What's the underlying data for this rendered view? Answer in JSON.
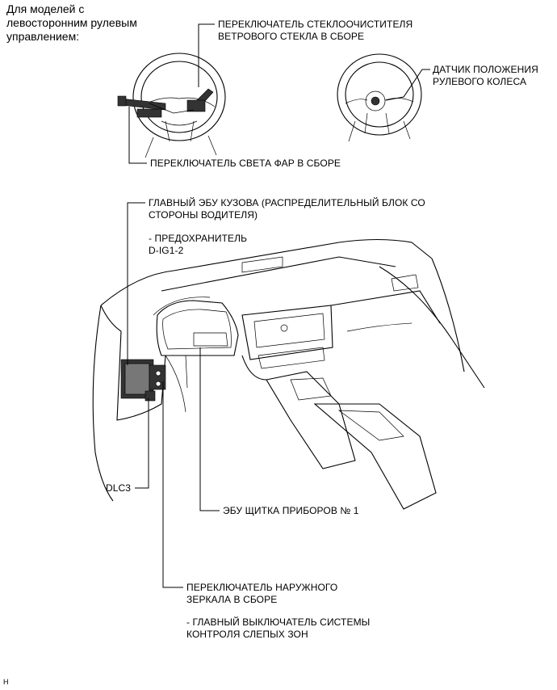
{
  "header": "Для моделей с\nлевосторонним рулевым\nуправлением:",
  "labels": {
    "wiper_switch": "ПЕРЕКЛЮЧАТЕЛЬ СТЕКЛООЧИСТИТЕЛЯ\nВЕТРОВОГО СТЕКЛА В СБОРЕ",
    "steering_sensor": "ДАТЧИК ПОЛОЖЕНИЯ\nРУЛЕВОГО КОЛЕСА",
    "headlight_switch": "ПЕРЕКЛЮЧАТЕЛЬ СВЕТА ФАР В СБОРЕ",
    "body_ecu": "ГЛАВНЫЙ ЭБУ КУЗОВА (РАСПРЕДЕЛИТЕЛЬНЫЙ БЛОК СО\nСТОРОНЫ ВОДИТЕЛЯ)",
    "fuse": "- ПРЕДОХРАНИТЕЛЬ\nD-IG1-2",
    "dlc3": "DLC3",
    "meter_ecu": "ЭБУ ЩИТКА ПРИБОРОВ № 1",
    "mirror_switch": "ПЕРЕКЛЮЧАТЕЛЬ НАРУЖНОГО\nЗЕРКАЛА В СБОРЕ",
    "blind_spot": "- ГЛАВНЫЙ ВЫКЛЮЧАТЕЛЬ СИСТЕМЫ\nКОНТРОЛЯ СЛЕПЫХ ЗОН"
  },
  "figure_code": "H"
}
